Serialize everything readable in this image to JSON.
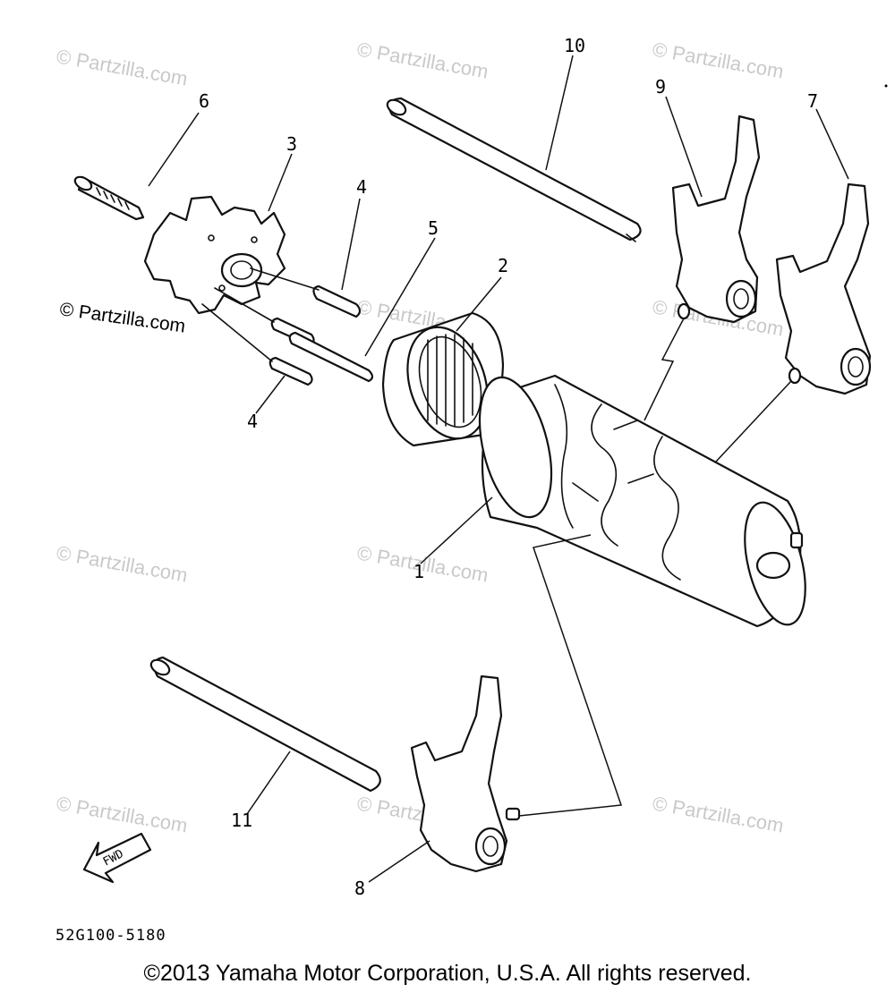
{
  "callouts": {
    "c1": "1",
    "c2": "2",
    "c3": "3",
    "c4a": "4",
    "c4b": "4",
    "c5": "5",
    "c6": "6",
    "c7": "7",
    "c8": "8",
    "c9": "9",
    "c10": "10",
    "c11": "11"
  },
  "watermark": "© Partzilla.com",
  "fwd_label": "FWD",
  "part_code": "52G100-5180",
  "copyright": "©2013 Yamaha Motor Corporation, U.S.A. All rights reserved."
}
